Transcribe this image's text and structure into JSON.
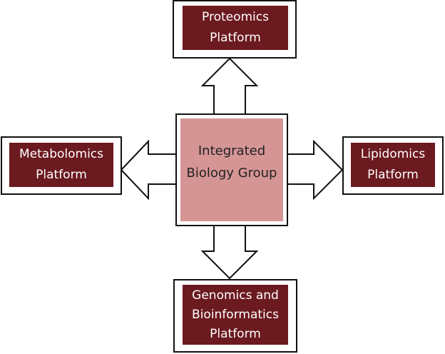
{
  "colors": {
    "node_fill": "#6b1a1f",
    "center_fill": "#d69595",
    "stroke": "#111111",
    "node_text": "#ffffff",
    "center_text": "#222222"
  },
  "center": {
    "lines": [
      "Integrated",
      "Biology Group"
    ]
  },
  "nodes": {
    "top": {
      "lines": [
        "Proteomics",
        "Platform"
      ]
    },
    "left": {
      "lines": [
        "Metabolomics",
        "Platform"
      ]
    },
    "right": {
      "lines": [
        "Lipidomics",
        "Platform"
      ]
    },
    "bottom": {
      "lines": [
        "Genomics and",
        "Bioinformatics",
        "Platform"
      ]
    }
  }
}
